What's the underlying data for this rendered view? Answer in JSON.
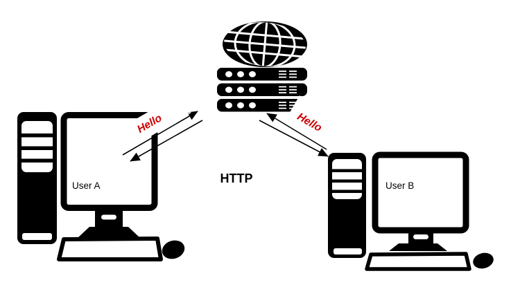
{
  "protocol_label": "HTTP",
  "nodes": [
    {
      "id": "user-a",
      "type": "desktop-computer",
      "label": "User A",
      "icon": "desktop-computer-icon"
    },
    {
      "id": "internet-server",
      "type": "web-server",
      "icon": "globe-server-rack-icon"
    },
    {
      "id": "user-b",
      "type": "desktop-computer",
      "label": "User B",
      "icon": "desktop-computer-icon"
    }
  ],
  "messages": [
    {
      "from": "user-a",
      "to": "internet-server",
      "label": "Hello"
    },
    {
      "from": "internet-server",
      "to": "user-a"
    },
    {
      "from": "user-b",
      "to": "internet-server",
      "label": "Hello"
    },
    {
      "from": "internet-server",
      "to": "user-b"
    }
  ],
  "colors": {
    "ink": "#000000",
    "background": "#ffffff",
    "message_text": "#cc0000"
  }
}
